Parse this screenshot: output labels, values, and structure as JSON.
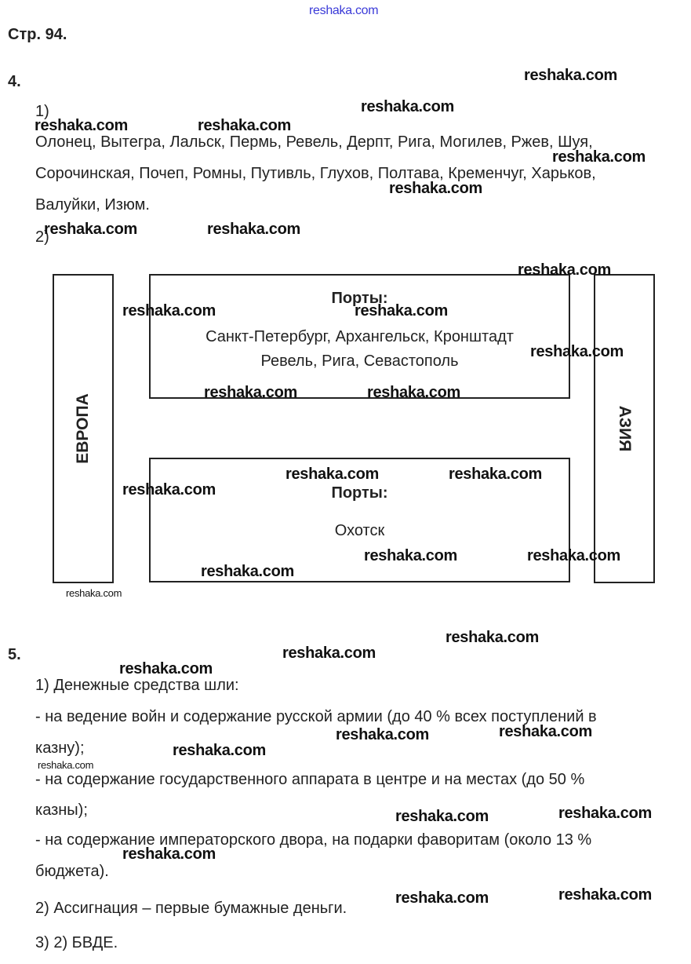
{
  "watermark_text": "reshaka.com",
  "page_label": "Стр. 94.",
  "task4": {
    "number": "4.",
    "part1_label": "1)",
    "lines": [
      "Олонец, Вытегра, Лальск, Пермь, Ревель, Дерпт, Рига, Могилев, Ржев, Шуя,",
      "Сорочинская, Почеп, Ромны, Путивль, Глухов, Полтава, Кременчуг, Харьков,",
      "Валуйки, Изюм."
    ],
    "part2_label": "2)",
    "diagram": {
      "left_label": "ЕВРОПА",
      "right_label": "АЗИЯ",
      "top_box": {
        "title": "Порты:",
        "lines": [
          "Санкт-Петербург, Архангельск, Кронштадт",
          "Ревель, Рига, Севастополь"
        ]
      },
      "bottom_box": {
        "title": "Порты:",
        "lines": [
          "Охотск"
        ]
      }
    }
  },
  "task5": {
    "number": "5.",
    "lines": [
      "1) Денежные средства шли:",
      "- на ведение войн и содержание русской армии (до 40 % всех поступлений в",
      "казну);",
      "- на содержание государственного аппарата в центре и на местах (до 50 %",
      "казны);",
      "- на содержание императорского двора, на подарки фаворитам (около 13 %",
      "бюджета).",
      "2) Ассигнация – первые бумажные деньги.",
      "3) 2) БВДЕ."
    ]
  }
}
